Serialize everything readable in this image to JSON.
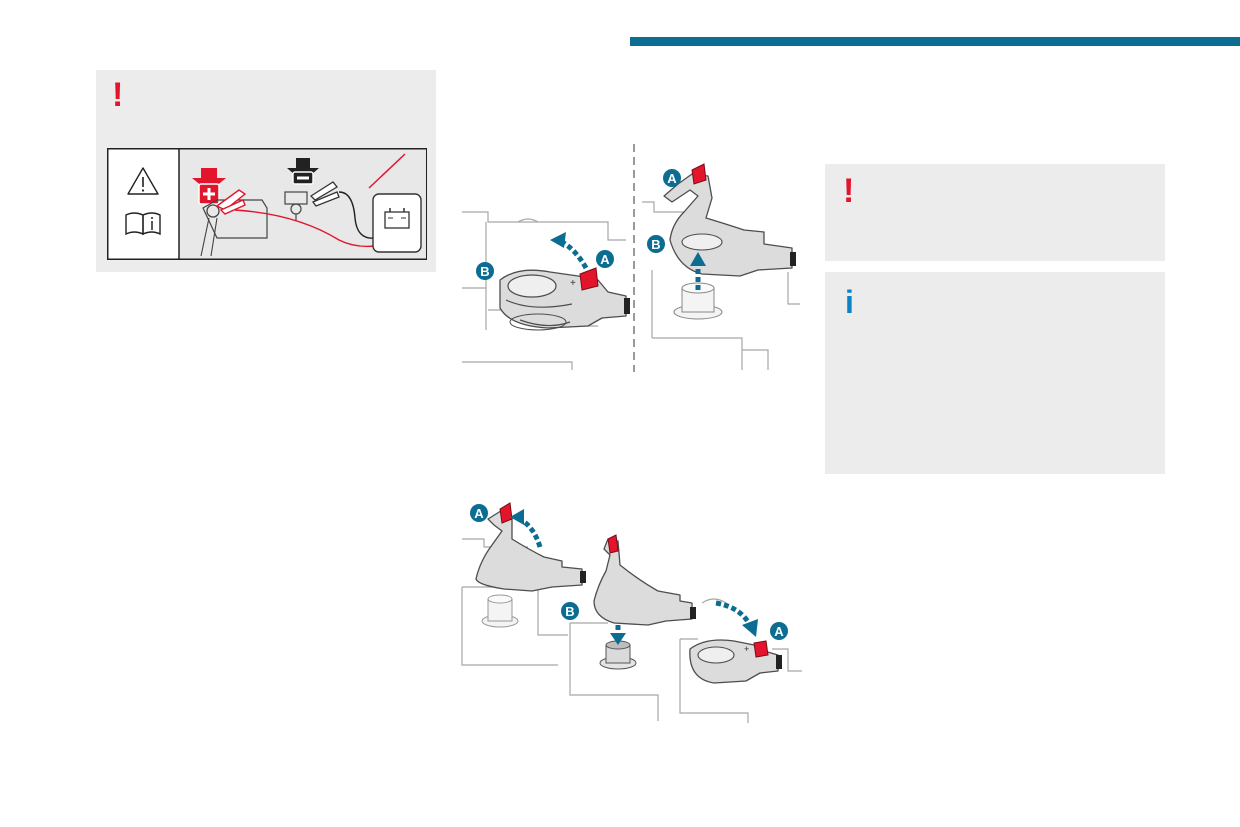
{
  "callouts": {
    "warning": {
      "symbol": "!"
    },
    "info": {
      "symbol": "i"
    }
  },
  "labels": {
    "a": "A",
    "b": "B"
  },
  "colors": {
    "accent": "#0b6d92",
    "warning": "#e3152c",
    "info": "#0a84c6",
    "panel": "#ececec"
  },
  "icons": {
    "caution": "warning-triangle-icon",
    "manual": "open-book-icon",
    "positive": "plus-arrow-icon",
    "negative": "minus-arrow-icon",
    "charger": "battery-charger-icon"
  }
}
